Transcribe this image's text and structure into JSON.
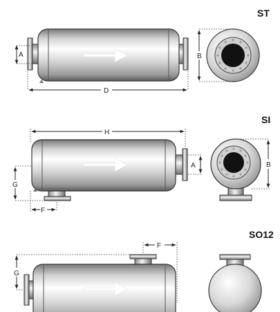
{
  "variants": [
    {
      "code": "ST",
      "dimensions": [
        "A",
        "B",
        "D"
      ]
    },
    {
      "code": "SI",
      "dimensions": [
        "H",
        "G",
        "F",
        "A",
        "B"
      ]
    },
    {
      "code": "SO12",
      "dimensions": [
        "F",
        "G"
      ]
    }
  ],
  "colors": {
    "steel_light": "#f2f2f2",
    "steel_mid": "#b4b4b4",
    "steel_dark": "#5a5a5a",
    "port_black": "#111111",
    "bolt": "#9a9a9a",
    "line": "#222222"
  }
}
